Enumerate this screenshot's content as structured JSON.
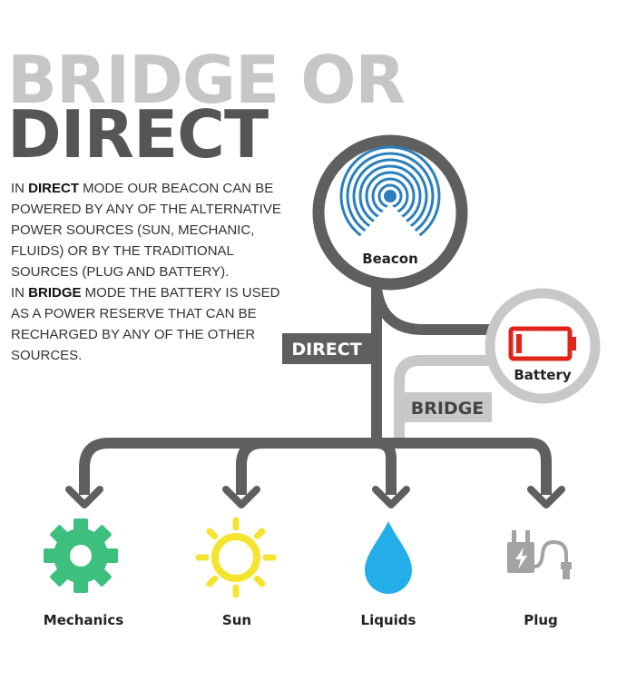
{
  "title": {
    "line1": "BRIDGE OR",
    "line2": "DIRECT"
  },
  "description": {
    "p1_pre": "IN ",
    "p1_bold": "DIRECT",
    "p1_post": " MODE OUR BEACON CAN BE POWERED BY ANY OF THE ALTERNATIVE POWER SOURCES (SUN, MECHANIC, FLUIDS) OR BY THE TRADITIONAL SOURCES (PLUG AND BATTERY).",
    "p2_pre": "IN ",
    "p2_bold": "BRIDGE",
    "p2_post": " MODE THE BATTERY IS USED AS A POWER RESERVE THAT CAN BE RECHARGED BY ANY OF THE OTHER SOURCES."
  },
  "nodes": {
    "beacon": "Beacon",
    "battery": "Battery",
    "direct": "DIRECT",
    "bridge": "BRIDGE"
  },
  "sources": {
    "mechanics": "Mechanics",
    "sun": "Sun",
    "liquids": "Liquids",
    "plug": "Plug"
  },
  "colors": {
    "dark_gray": "#5f5f5f",
    "light_gray": "#c8c8c8",
    "beacon_blue": "#2a7fbe",
    "battery_red": "#e2231a",
    "mechanics_green": "#3dbf7e",
    "sun_yellow": "#f4e430",
    "liquid_blue": "#24aee9",
    "plug_gray": "#a3a3a3"
  },
  "icons": {
    "beacon": "broadcast-icon",
    "battery": "battery-icon",
    "mechanics": "gear-icon",
    "sun": "sun-icon",
    "liquids": "water-drop-icon",
    "plug": "plug-icon"
  }
}
